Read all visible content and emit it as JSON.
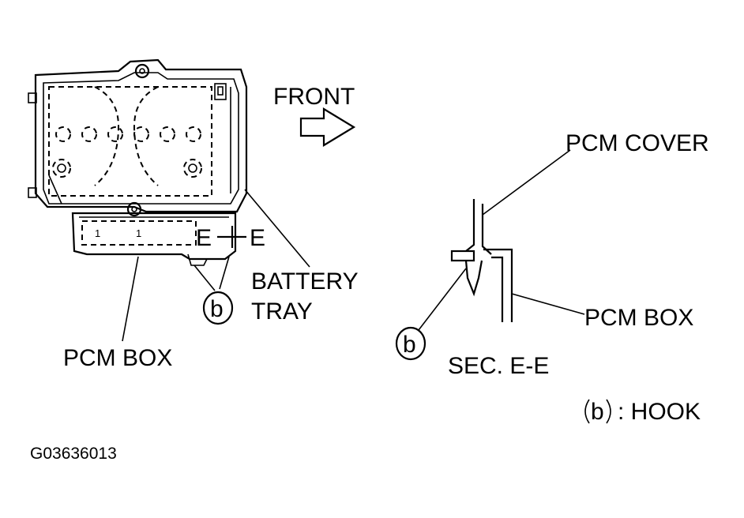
{
  "labels": {
    "front": "FRONT",
    "pcm_cover": "PCM COVER",
    "battery_tray_line1": "BATTERY",
    "battery_tray_line2": "TRAY",
    "pcm_box_left": "PCM BOX",
    "pcm_box_right": "PCM BOX",
    "section_marker_left": "E",
    "section_marker_right": "E",
    "section_title": "SEC. E-E",
    "hook_symbol_left": "b",
    "hook_symbol_right": "b",
    "legend_symbol": "b",
    "legend_text": ": HOOK",
    "figure_code": "G03636013",
    "pcm_mark_1": "1",
    "pcm_mark_2": "1"
  }
}
